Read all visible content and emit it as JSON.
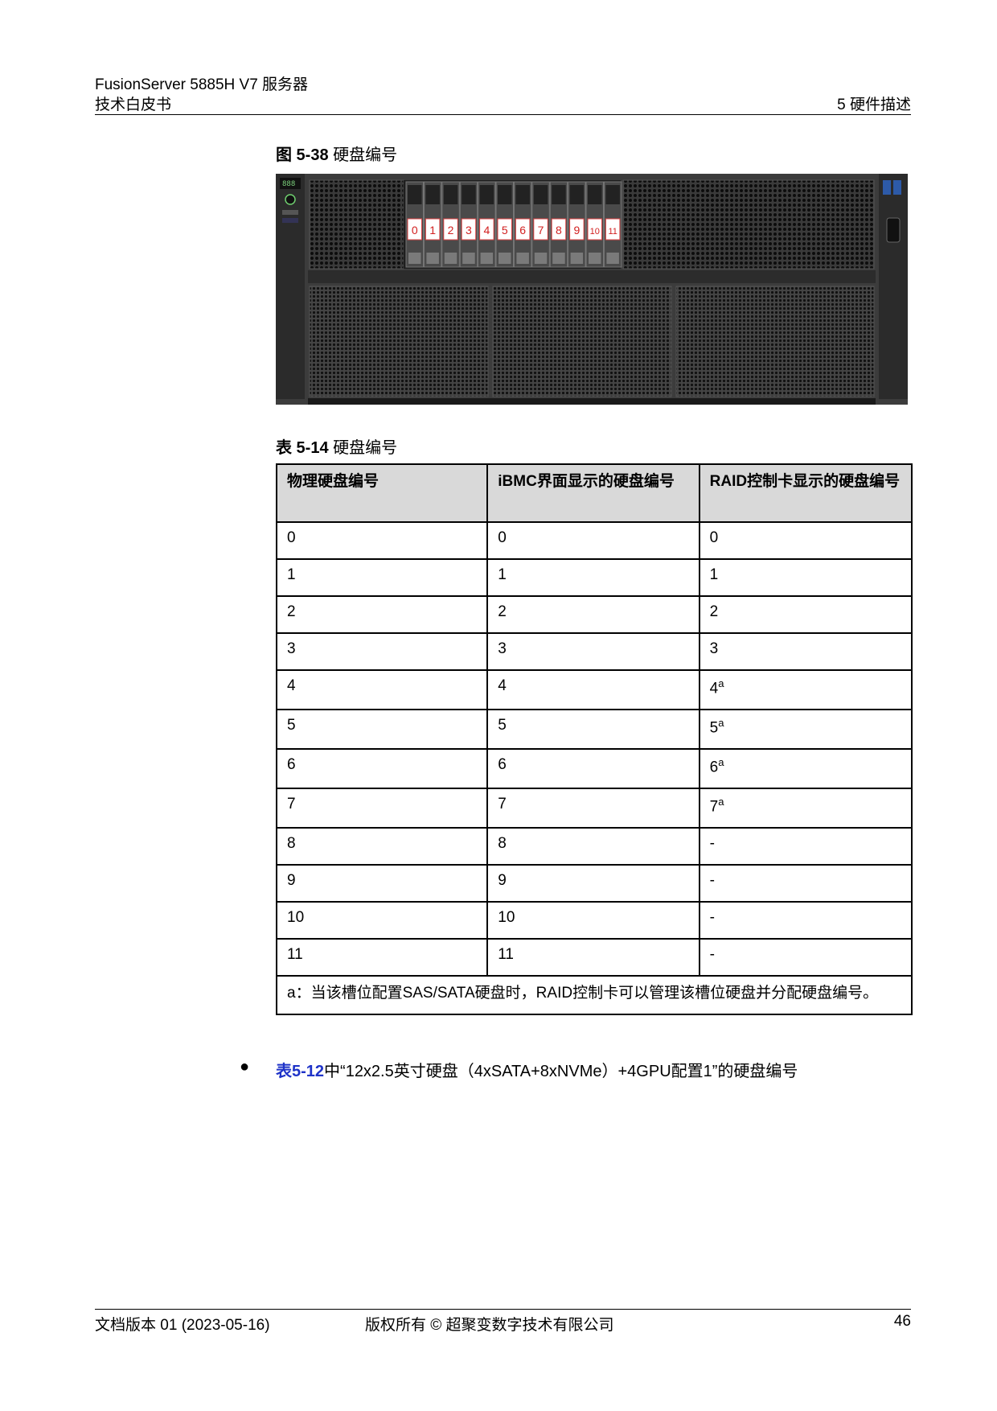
{
  "header": {
    "product": "FusionServer 5885H V7 服务器",
    "doc_type": "技术白皮书",
    "chapter": "5 硬件描述"
  },
  "figure": {
    "caption_num": "图 5-38",
    "caption_text": "硬盘编号",
    "slot_labels": [
      "0",
      "1",
      "2",
      "3",
      "4",
      "5",
      "6",
      "7",
      "8",
      "9",
      "10",
      "11"
    ]
  },
  "table": {
    "caption_num": "表 5-14",
    "caption_text": "硬盘编号",
    "headers": [
      "物理硬盘编号",
      "iBMC界面显示的硬盘编号",
      "RAID控制卡显示的硬盘编号"
    ],
    "rows": [
      [
        "0",
        "0",
        "0",
        ""
      ],
      [
        "1",
        "1",
        "1",
        ""
      ],
      [
        "2",
        "2",
        "2",
        ""
      ],
      [
        "3",
        "3",
        "3",
        ""
      ],
      [
        "4",
        "4",
        "4",
        "a"
      ],
      [
        "5",
        "5",
        "5",
        "a"
      ],
      [
        "6",
        "6",
        "6",
        "a"
      ],
      [
        "7",
        "7",
        "7",
        "a"
      ],
      [
        "8",
        "8",
        "-",
        ""
      ],
      [
        "9",
        "9",
        "-",
        ""
      ],
      [
        "10",
        "10",
        "-",
        ""
      ],
      [
        "11",
        "11",
        "-",
        ""
      ]
    ],
    "footnote": "a：当该槽位配置SAS/SATA硬盘时，RAID控制卡可以管理该槽位硬盘并分配硬盘编号。"
  },
  "bullet": {
    "symbol": "●",
    "link_text": "表5-12",
    "text": "中“12x2.5英寸硬盘（4xSATA+8xNVMe）+4GPU配置1”的硬盘编号"
  },
  "footer": {
    "version": "文档版本 01 (2023-05-16)",
    "copyright": "版权所有 © 超聚变数字技术有限公司",
    "page_number": "46"
  }
}
